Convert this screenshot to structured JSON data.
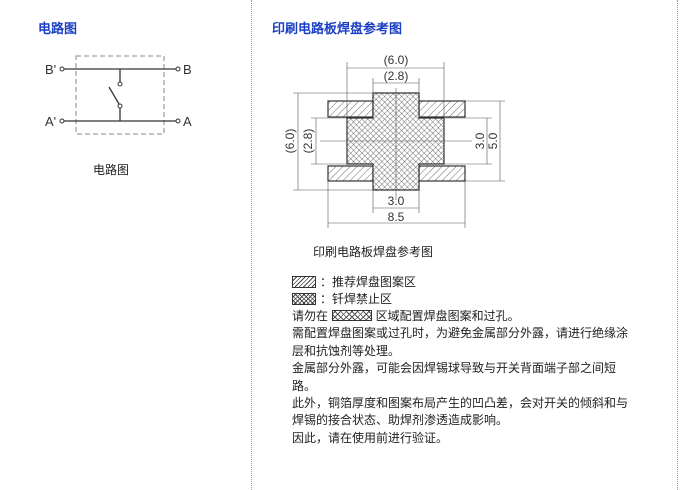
{
  "circuit": {
    "title": "电路图",
    "caption": "电路图",
    "labels": {
      "b_prime": "B'",
      "b": "B",
      "a_prime": "A'",
      "a": "A"
    }
  },
  "pad": {
    "title": "印刷电路板焊盘参考图",
    "caption": "印刷电路板焊盘参考图",
    "dims": {
      "top_outer": "(6.0)",
      "top_inner": "(2.8)",
      "left_outer": "(6.0)",
      "left_inner": "(2.8)",
      "right_inner": "3.0",
      "right_outer": "5.0",
      "bottom_inner": "3.0",
      "bottom_outer": "8.5"
    }
  },
  "legend": {
    "recommended": "：推荐焊盘图案区",
    "prohibited": "：钎焊禁止区"
  },
  "notes": {
    "l1a": "请勿在",
    "l1b": "区域配置焊盘图案和过孔。",
    "p2": "需配置焊盘图案或过孔时，为避免金属部分外露，请进行绝缘涂层和抗蚀剂等处理。",
    "p3": "金属部分外露，可能会因焊锡球导致与开关背面端子部之间短路。",
    "p4": "此外，铜箔厚度和图案布局产生的凹凸差，会对开关的倾斜和与焊锡的接合状态、助焊剂渗透造成影响。",
    "p5": "因此，请在使用前进行验证。"
  }
}
